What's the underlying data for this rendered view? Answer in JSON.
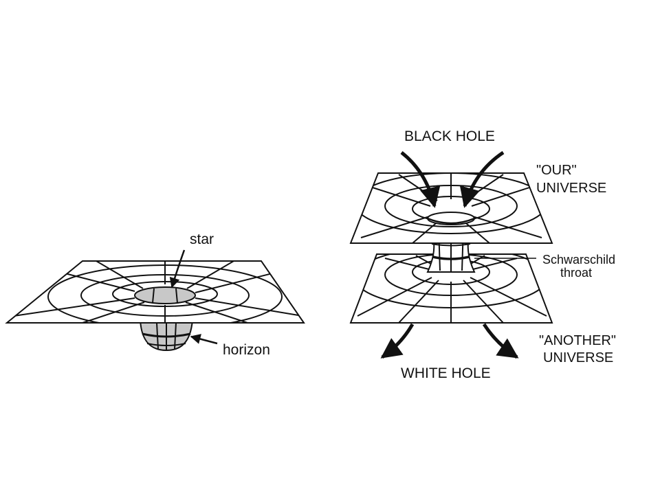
{
  "labels": {
    "star": "star",
    "horizon": "horizon",
    "black_hole": "BLACK HOLE",
    "our_universe_1": "\"OUR\"",
    "our_universe_2": "UNIVERSE",
    "throat_1": "Schwarschild",
    "throat_2": "throat",
    "another_universe_1": "\"ANOTHER\"",
    "another_universe_2": "UNIVERSE",
    "white_hole": "WHITE HOLE"
  },
  "colors": {
    "line": "#111111",
    "shade": "#c8c8c8",
    "background": "#ffffff"
  }
}
